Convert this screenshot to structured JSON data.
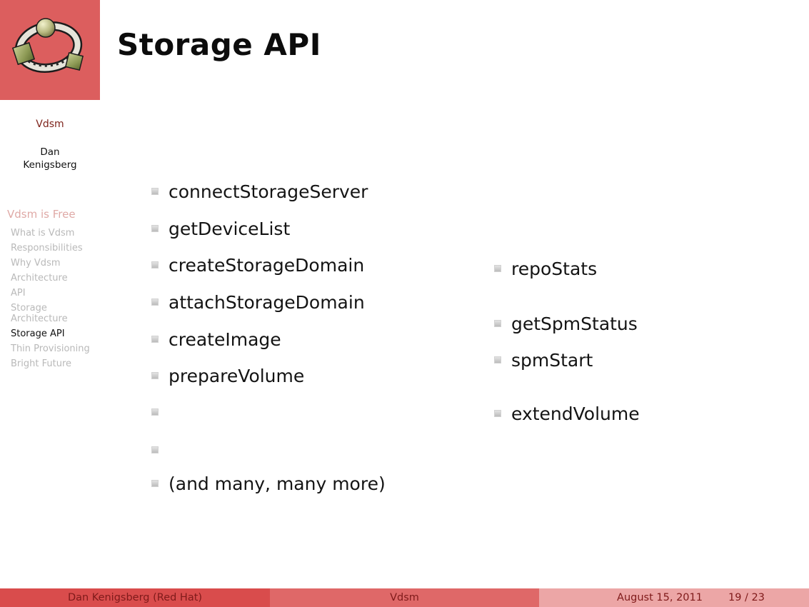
{
  "header": {
    "title": "Storage API"
  },
  "sidebar": {
    "presentation_title": "Vdsm",
    "author": "Dan Kenigsberg",
    "nav": [
      {
        "label": "Vdsm is Free",
        "kind": "section",
        "active": false
      },
      {
        "label": "What is Vdsm",
        "kind": "subsection",
        "active": false
      },
      {
        "label": "Responsibilities",
        "kind": "subsection",
        "active": false
      },
      {
        "label": "Why Vdsm",
        "kind": "subsection",
        "active": false
      },
      {
        "label": "Architecture",
        "kind": "subsection",
        "active": false
      },
      {
        "label": "API",
        "kind": "subsection",
        "active": false
      },
      {
        "label": "Storage Architecture",
        "kind": "subsection",
        "active": false
      },
      {
        "label": "Storage API",
        "kind": "subsection",
        "active": true
      },
      {
        "label": "Thin Provisioning",
        "kind": "subsection",
        "active": false
      },
      {
        "label": "Bright Future",
        "kind": "subsection",
        "active": false
      }
    ]
  },
  "main": {
    "left_items": [
      "connectStorageServer",
      "getDeviceList",
      "createStorageDomain",
      "attachStorageDomain",
      "createImage",
      "prepareVolume",
      "",
      "",
      "(and many, many more)"
    ],
    "right_items": [
      "repoStats",
      "getSpmStatus",
      "spmStart",
      "extendVolume"
    ]
  },
  "footer": {
    "author": "Dan Kenigsberg  (Red Hat)",
    "title": "Vdsm",
    "date": "August 15, 2011",
    "page": "19 / 23"
  },
  "icons": {
    "logo": "vdsm-ring-logo"
  },
  "colors": {
    "logo_bg": "#dc5e5e",
    "footer_author_bg": "#d94c4c",
    "footer_title_bg": "#df6868",
    "footer_date_bg": "#eca6a6",
    "footer_text": "#7f1a1a",
    "sidebar_title_text": "#7e241c",
    "nav_section_inactive": "#dfa9a6",
    "nav_item_inactive": "#b9b9b9",
    "nav_item_active": "#111111",
    "bullet_square": "#c9c9c9",
    "body_text": "#141414"
  }
}
